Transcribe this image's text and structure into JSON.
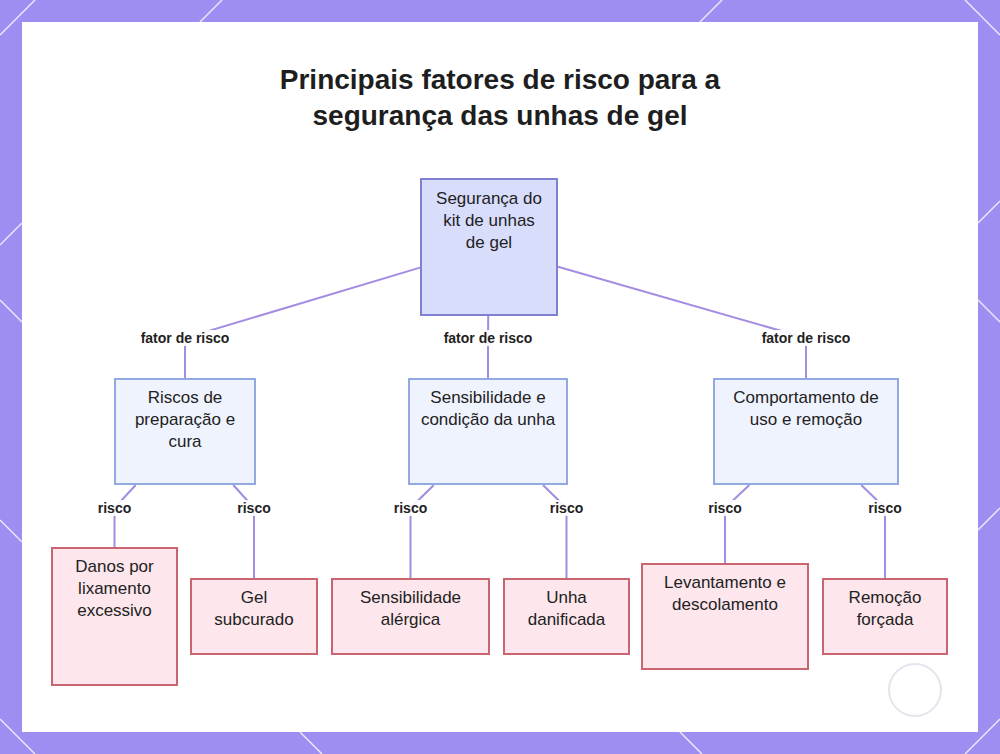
{
  "diagram": {
    "title": "Principais fatores de risco para a segurança das unhas de gel",
    "nodes": [
      {
        "text": [
          "Segurança do kit de unhas de gel"
        ]
      },
      {
        "text": [
          "Riscos de preparação e cura"
        ]
      },
      {
        "text": [
          "Sensibilidade e condição da unha"
        ]
      },
      {
        "text": [
          "Comportamento de uso e remoção"
        ]
      },
      {
        "text": [
          "Danos por lixamento excessivo"
        ]
      },
      {
        "text": [
          "Gel subcurado"
        ]
      },
      {
        "text": [
          "Sensibilidade alérgica"
        ]
      },
      {
        "text": [
          "Unha danificada"
        ]
      },
      {
        "text": [
          "Levantamento e descolamento"
        ]
      },
      {
        "text": [
          "Remoção forçada"
        ]
      }
    ],
    "edges": [
      {
        "from": 0,
        "to": 1,
        "label": "fator de risco",
        "arrow": "none"
      },
      {
        "from": 0,
        "to": 2,
        "label": "fator de risco",
        "arrow": "none"
      },
      {
        "from": 0,
        "to": 3,
        "label": "fator de risco",
        "arrow": "none"
      },
      {
        "from": 1,
        "to": 4,
        "label": "risco",
        "arrow": "none"
      },
      {
        "from": 1,
        "to": 5,
        "label": "risco",
        "arrow": "none"
      },
      {
        "from": 2,
        "to": 6,
        "label": "risco",
        "arrow": "none"
      },
      {
        "from": 2,
        "to": 7,
        "label": "risco",
        "arrow": "none"
      },
      {
        "from": 3,
        "to": 8,
        "label": "risco",
        "arrow": "none"
      },
      {
        "from": 3,
        "to": 9,
        "label": "risco",
        "arrow": "none"
      }
    ]
  }
}
